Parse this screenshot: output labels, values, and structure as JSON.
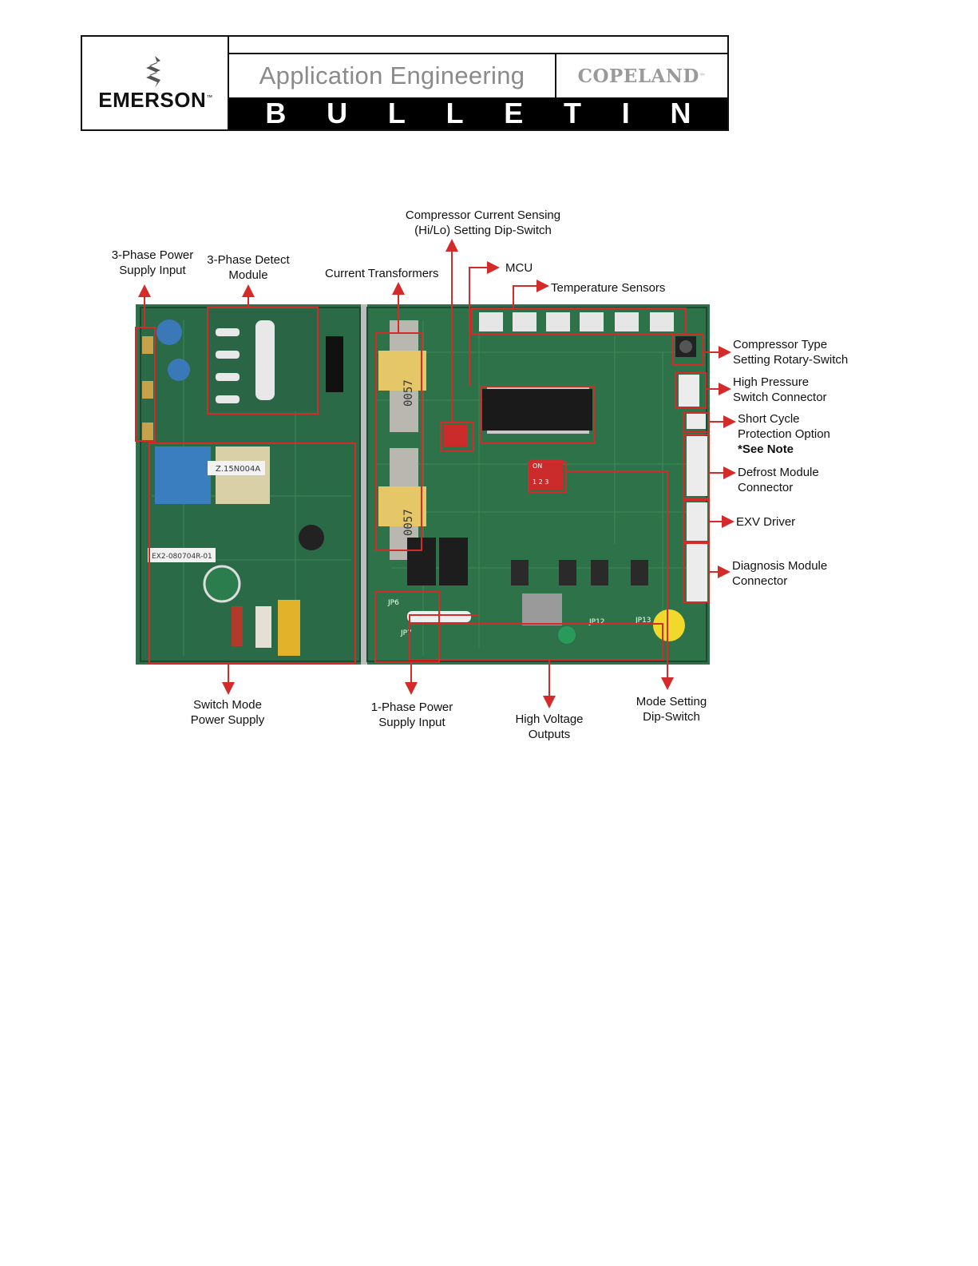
{
  "header": {
    "logo_text": "EMERSON",
    "logo_tm": "™",
    "title": "Application Engineering",
    "brand": "COPELAND",
    "brand_tm": "™",
    "banner_letters": [
      "B",
      "U",
      "L",
      "L",
      "E",
      "T",
      "I",
      "N"
    ]
  },
  "labels": {
    "phase3_input": [
      "3-Phase Power",
      "Supply Input"
    ],
    "phase3_detect": [
      "3-Phase Detect",
      "Module"
    ],
    "current_transformers": "Current Transformers",
    "compressor_current": [
      "Compressor Current Sensing",
      "(Hi/Lo) Setting Dip-Switch"
    ],
    "mcu": "MCU",
    "temperature_sensors": "Temperature Sensors",
    "compressor_type": [
      "Compressor Type",
      "Setting Rotary-Switch"
    ],
    "high_pressure": [
      "High Pressure",
      "Switch Connector"
    ],
    "short_cycle": [
      "Short Cycle",
      "Protection Option",
      "*See Note"
    ],
    "defrost_module": [
      "Defrost Module",
      "Connector"
    ],
    "exv_driver": "EXV Driver",
    "diagnosis_module": [
      "Diagnosis Module",
      "Connector"
    ],
    "switch_mode": [
      "Switch Mode",
      "Power Supply"
    ],
    "phase1_input": [
      "1-Phase Power",
      "Supply Input"
    ],
    "high_voltage": [
      "High Voltage",
      "Outputs"
    ],
    "mode_setting": [
      "Mode Setting",
      "Dip-Switch"
    ]
  },
  "board_markings": {
    "ct_label": "0057",
    "reg_label": "EX2-080704R-01",
    "cap_label": "Z.15N004A",
    "jp6": "JP6",
    "jp7": "JP7",
    "jp12": "JP12",
    "jp13": "JP13",
    "on_text": "ON",
    "dip_digits": "1 2 3"
  },
  "colors": {
    "annotation_red": "#d42a2a",
    "pcb_green": "#2f6f4a"
  }
}
